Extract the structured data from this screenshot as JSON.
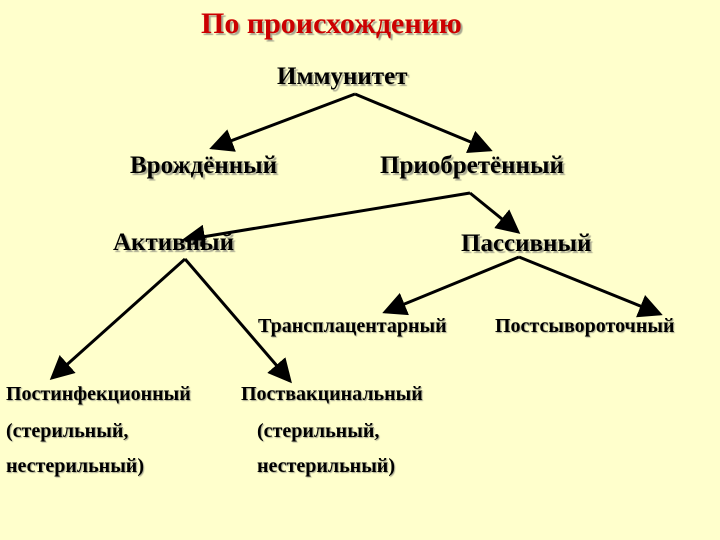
{
  "title": "По происхождению",
  "colors": {
    "background": "#ffffcc",
    "title": "#cc0000",
    "text": "#000000"
  },
  "nodes": {
    "root": "Иммунитет",
    "innate": "Врождённый",
    "acquired": "Приобретённый",
    "active": "Активный",
    "passive": "Пассивный",
    "transplacental": "Трансплацентарный",
    "postserum": "Постсывороточный",
    "postinfection": {
      "line1": "Постинфекционный",
      "line2": "(стерильный,",
      "line3": "нестерильный)"
    },
    "postvaccination": {
      "line1": "Поствакцинальный",
      "line2": "(стерильный,",
      "line3": "нестерильный)"
    }
  }
}
